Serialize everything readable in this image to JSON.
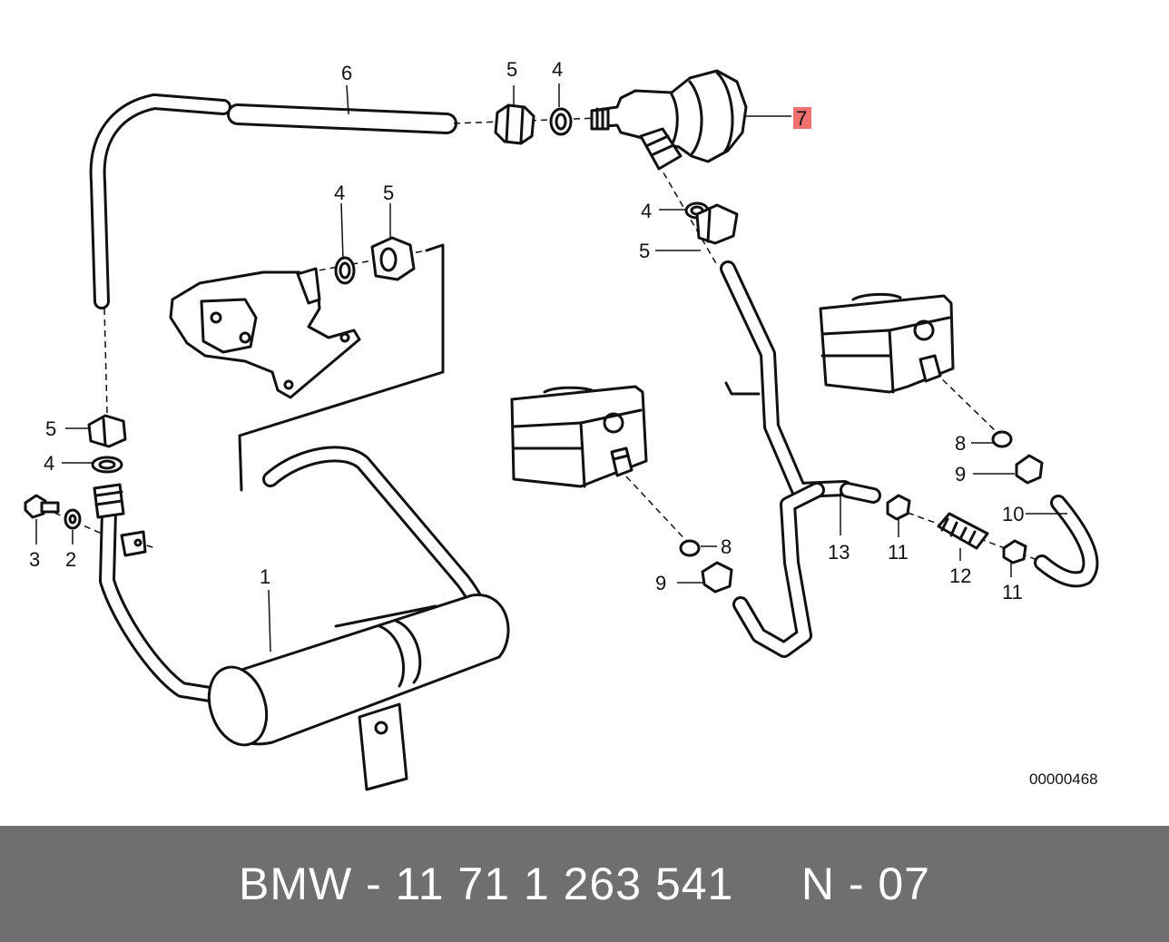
{
  "diagram": {
    "callouts": {
      "c1": "1",
      "c2": "2",
      "c3": "3",
      "c4a": "4",
      "c4b": "4",
      "c4c": "4",
      "c4d": "4",
      "c5a": "5",
      "c5b": "5",
      "c5c": "5",
      "c5d": "5",
      "c6": "6",
      "c7": "7",
      "c8a": "8",
      "c8b": "8",
      "c9a": "9",
      "c9b": "9",
      "c10": "10",
      "c11a": "11",
      "c11b": "11",
      "c12": "12",
      "c13": "13"
    },
    "highlighted_callout": "7",
    "highlight_color": "#f07070",
    "reference_number": "00000468"
  },
  "footer": {
    "text": "BMW - 11 71 1 263 541     N - 07",
    "background_color": "#6f6f6f",
    "text_color": "#ffffff"
  }
}
